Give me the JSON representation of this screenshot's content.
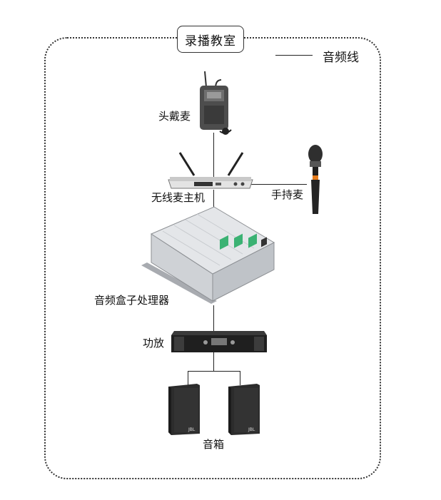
{
  "diagram": {
    "title": "录播教室",
    "legend": {
      "label": "音频线"
    },
    "nodes": {
      "headset_mic": "头戴麦",
      "wireless_receiver": "无线麦主机",
      "handheld_mic": "手持麦",
      "audio_processor": "音频盒子处理器",
      "amplifier": "功放",
      "speakers": "音箱"
    }
  }
}
